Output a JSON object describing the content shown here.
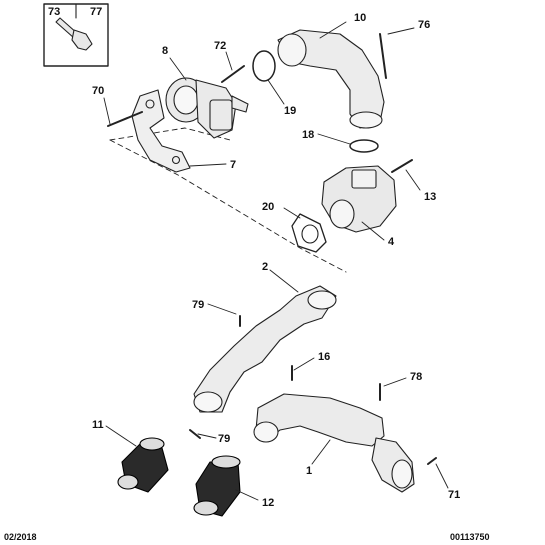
{
  "inset_labels": [
    "73",
    "77"
  ],
  "callouts": {
    "c8": "8",
    "c72": "72",
    "c70": "70",
    "c7": "7",
    "c10": "10",
    "c76": "76",
    "c19": "19",
    "c18": "18",
    "c13": "13",
    "c20": "20",
    "c4": "4",
    "c2": "2",
    "c79a": "79",
    "c16": "16",
    "c78": "78",
    "c11": "11",
    "c79b": "79",
    "c1": "1",
    "c12": "12",
    "c71": "71"
  },
  "footer": {
    "date": "02/2018",
    "ref": "00113750"
  }
}
